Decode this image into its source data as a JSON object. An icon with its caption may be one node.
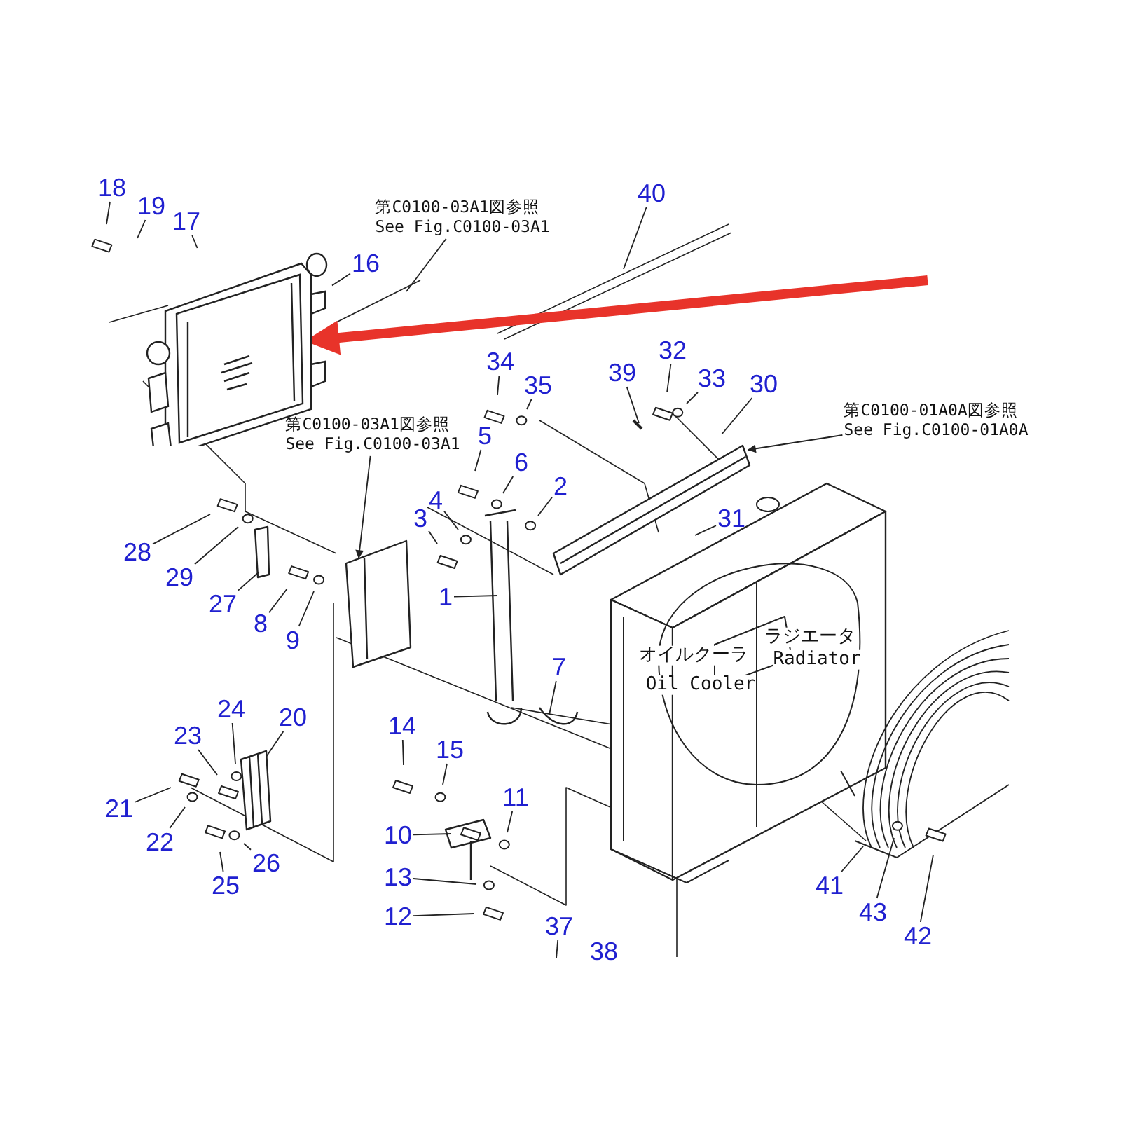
{
  "diagram": {
    "nodes": [
      {
        "text": [
          "18"
        ]
      },
      {
        "text": [
          "19"
        ]
      },
      {
        "text": [
          "17"
        ]
      },
      {
        "text": [
          "16"
        ]
      },
      {
        "text": [],
        "shape": "picture"
      },
      {
        "text": [
          "第C0100-03A1図参照",
          "See Fig.C0100-03A1"
        ]
      },
      {
        "text": [
          "40"
        ]
      },
      {
        "text": [
          "34"
        ]
      },
      {
        "text": [
          "35"
        ]
      },
      {
        "text": [
          "39"
        ]
      },
      {
        "text": [
          "32"
        ]
      },
      {
        "text": [
          "33"
        ]
      },
      {
        "text": [
          "30"
        ]
      },
      {
        "text": [
          "第C0100-03A1図参照",
          "See Fig.C0100-03A1"
        ]
      },
      {
        "text": [
          "第C0100-01A0A図参照",
          "See Fig.C0100-01A0A"
        ]
      },
      {
        "text": [
          "5"
        ]
      },
      {
        "text": [
          "6"
        ]
      },
      {
        "text": [
          "2"
        ]
      },
      {
        "text": [
          "4"
        ]
      },
      {
        "text": [
          "3"
        ]
      },
      {
        "text": [
          "31"
        ]
      },
      {
        "text": [
          "28"
        ]
      },
      {
        "text": [
          "29"
        ]
      },
      {
        "text": [
          "27"
        ]
      },
      {
        "text": [
          "8"
        ]
      },
      {
        "text": [
          "9"
        ]
      },
      {
        "text": [
          "1"
        ]
      },
      {
        "text": [
          "7"
        ]
      },
      {
        "text": [
          "24"
        ]
      },
      {
        "text": [
          "20"
        ]
      },
      {
        "text": [
          "23"
        ]
      },
      {
        "text": [
          "14"
        ]
      },
      {
        "text": [
          "15"
        ]
      },
      {
        "text": [
          "21"
        ]
      },
      {
        "text": [
          "11"
        ]
      },
      {
        "text": [
          "22"
        ]
      },
      {
        "text": [
          "10"
        ]
      },
      {
        "text": [
          "26"
        ]
      },
      {
        "text": [
          "25"
        ]
      },
      {
        "text": [
          "13"
        ]
      },
      {
        "text": [
          "12"
        ]
      },
      {
        "text": [
          "37"
        ]
      },
      {
        "text": [
          "41"
        ]
      },
      {
        "text": [
          "43"
        ]
      },
      {
        "text": [
          "42"
        ]
      }
    ],
    "edges": [
      {
        "from": 0,
        "to": null,
        "arrow": "none"
      },
      {
        "from": 1,
        "to": null,
        "arrow": "none"
      },
      {
        "from": 2,
        "to": 4,
        "arrow": "none"
      },
      {
        "from": 3,
        "to": 4,
        "arrow": "none"
      },
      {
        "from": null,
        "to": 4,
        "arrow": "to",
        "style": "thick",
        "color": "#e8332a"
      },
      {
        "from": 5,
        "to": null,
        "arrow": "none"
      },
      {
        "from": 6,
        "to": null,
        "arrow": "none"
      },
      {
        "from": 7,
        "to": null,
        "arrow": "none"
      },
      {
        "from": 8,
        "to": null,
        "arrow": "none"
      },
      {
        "from": 9,
        "to": null,
        "arrow": "none"
      },
      {
        "from": 10,
        "to": null,
        "arrow": "none"
      },
      {
        "from": 11,
        "to": null,
        "arrow": "none"
      },
      {
        "from": 12,
        "to": null,
        "arrow": "none"
      },
      {
        "from": 13,
        "to": null,
        "arrow": "to"
      },
      {
        "from": 14,
        "to": null,
        "arrow": "to"
      },
      {
        "from": 15,
        "to": null,
        "arrow": "none"
      },
      {
        "from": 16,
        "to": null,
        "arrow": "none"
      },
      {
        "from": 17,
        "to": null,
        "arrow": "none"
      },
      {
        "from": 18,
        "to": null,
        "arrow": "none"
      },
      {
        "from": 19,
        "to": null,
        "arrow": "none"
      },
      {
        "from": 20,
        "to": null,
        "arrow": "none"
      },
      {
        "from": 21,
        "to": null,
        "arrow": "none"
      },
      {
        "from": 22,
        "to": null,
        "arrow": "none"
      },
      {
        "from": 23,
        "to": null,
        "arrow": "none"
      },
      {
        "from": 24,
        "to": null,
        "arrow": "none"
      },
      {
        "from": 25,
        "to": null,
        "arrow": "none"
      },
      {
        "from": 26,
        "to": null,
        "arrow": "none"
      },
      {
        "from": 27,
        "to": null,
        "arrow": "none"
      },
      {
        "from": 28,
        "to": null,
        "arrow": "none"
      },
      {
        "from": 29,
        "to": null,
        "arrow": "none"
      },
      {
        "from": 30,
        "to": null,
        "arrow": "none"
      },
      {
        "from": 31,
        "to": null,
        "arrow": "none"
      },
      {
        "from": 32,
        "to": null,
        "arrow": "none"
      },
      {
        "from": 33,
        "to": null,
        "arrow": "none"
      },
      {
        "from": 34,
        "to": null,
        "arrow": "none"
      },
      {
        "from": 35,
        "to": null,
        "arrow": "none"
      },
      {
        "from": 36,
        "to": null,
        "arrow": "none"
      },
      {
        "from": 37,
        "to": null,
        "arrow": "none"
      },
      {
        "from": 38,
        "to": null,
        "arrow": "none"
      },
      {
        "from": 39,
        "to": null,
        "arrow": "none"
      },
      {
        "from": 40,
        "to": null,
        "arrow": "none"
      },
      {
        "from": 41,
        "to": null,
        "arrow": "none"
      },
      {
        "from": 42,
        "to": null,
        "arrow": "none"
      },
      {
        "from": 43,
        "to": null,
        "arrow": "none"
      },
      {
        "from": 44,
        "to": null,
        "arrow": "none"
      }
    ],
    "labels": [
      "38",
      "オイルクーラ",
      "Oil Cooler",
      "ラジエータ",
      "Radiator"
    ]
  }
}
